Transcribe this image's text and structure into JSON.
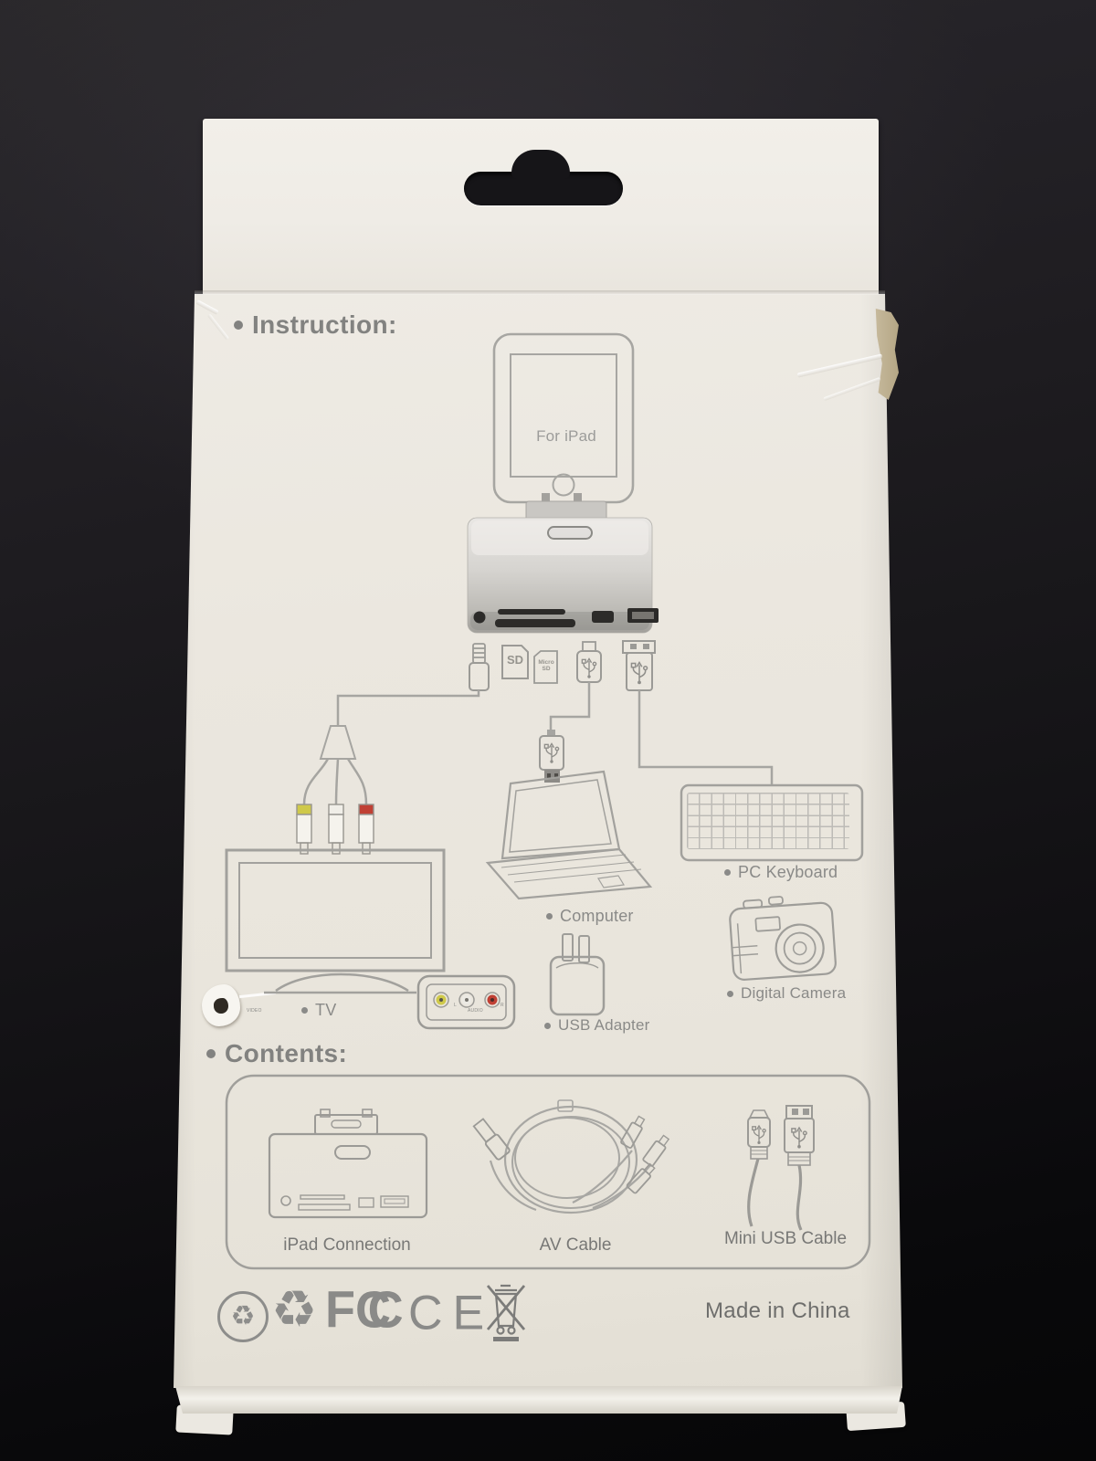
{
  "photo": {
    "subject": "iPad camera connection kit retail box, back panel"
  },
  "instruction_section": {
    "heading": "Instruction:",
    "device_label": "For iPad",
    "slot_icons": {
      "sd": "SD",
      "micro_line1": "Micro",
      "micro_line2": "SD"
    },
    "av_panel": {
      "video": "VIDEO",
      "audio": "AUDIO",
      "left": "L",
      "right": "R"
    },
    "devices": {
      "tv": "TV",
      "computer": "Computer",
      "usb_adapter": "USB Adapter",
      "pc_keyboard": "PC Keyboard",
      "digital_camera": "Digital Camera"
    }
  },
  "contents_section": {
    "heading": "Contents:",
    "items": [
      {
        "label": "iPad Connection"
      },
      {
        "label": "AV Cable"
      },
      {
        "label": "Mini USB Cable"
      }
    ]
  },
  "footer": {
    "made_in": "Made in China",
    "fcc_letters": [
      "F",
      "C",
      "C"
    ],
    "ce_mark": "CE",
    "recycle_symbol": "♻",
    "green_dot_symbol": "♻"
  },
  "colors": {
    "paper": "#ebe7df",
    "print_gray": "#9b9a96",
    "rca_yellow": "#cfc94a",
    "rca_white": "#f0eee8",
    "rca_red": "#c04034",
    "background": "#1b1a1c",
    "adapter_silver": "#d3d1cd"
  }
}
